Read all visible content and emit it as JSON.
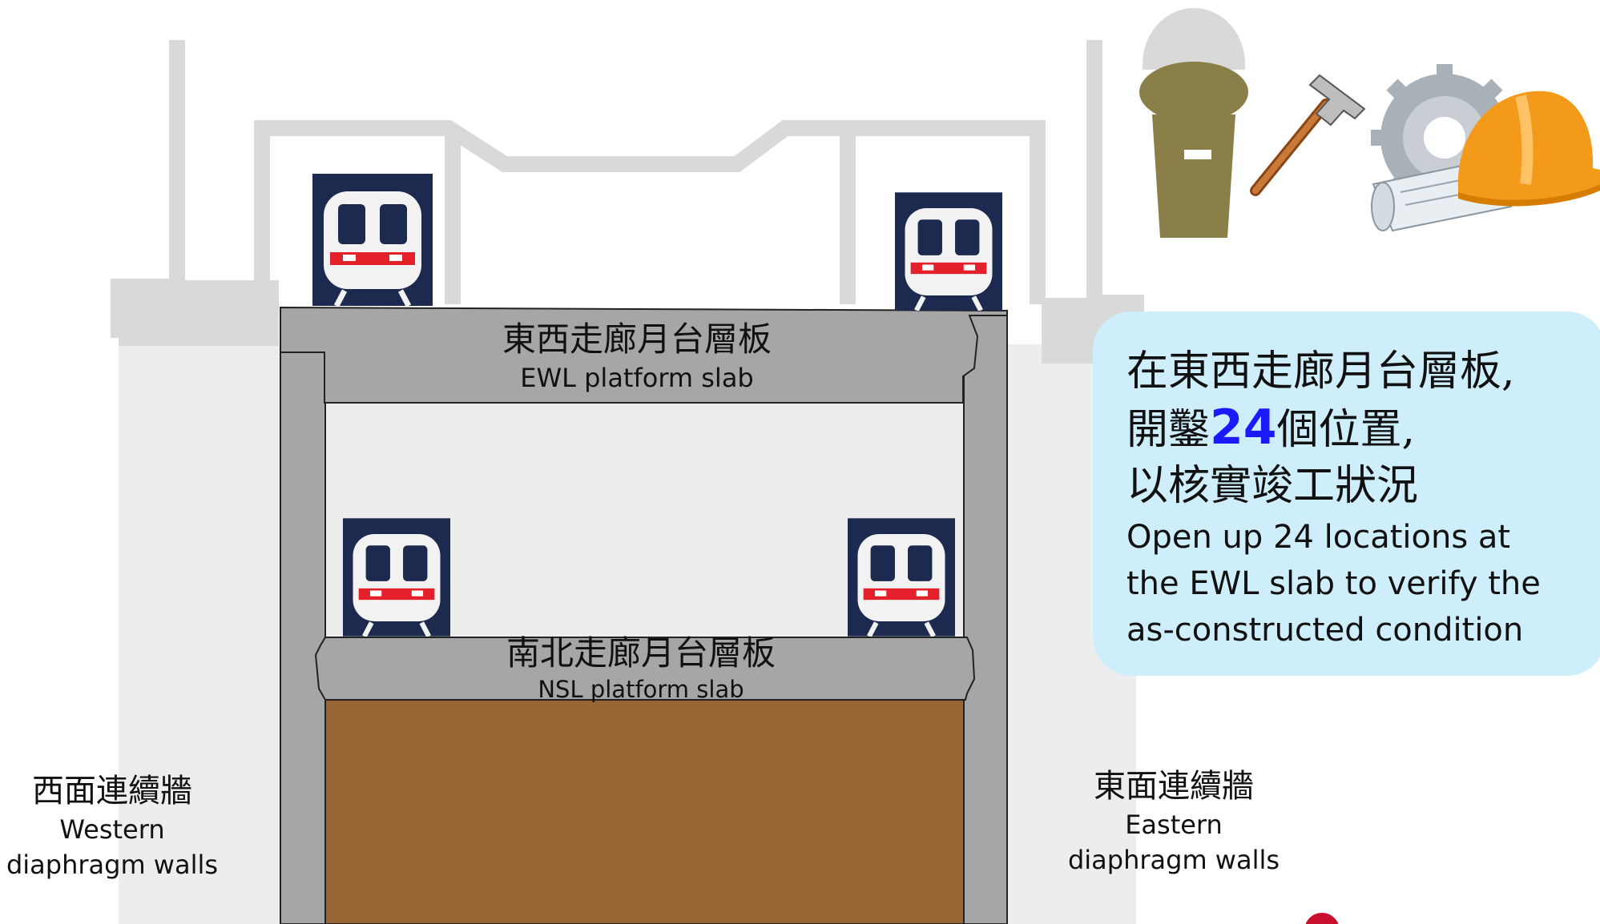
{
  "ewl_slab": {
    "zh": "東西走廊月台層板",
    "en": "EWL platform slab"
  },
  "nsl_slab": {
    "zh": "南北走廊月台層板",
    "en": "NSL platform slab"
  },
  "western_wall": {
    "zh": "西面連續牆",
    "en_line1": "Western",
    "en_line2": "diaphragm walls"
  },
  "eastern_wall": {
    "zh": "東面連續牆",
    "en_line1": "Eastern",
    "en_line2": "diaphragm walls"
  },
  "callout": {
    "zh_line1": "在東西走廊月台層板,",
    "zh_line2_pre": "開鑿",
    "zh_line2_num": "24",
    "zh_line2_post": "個位置,",
    "zh_line3": "以核實竣工狀況",
    "en_line1": "Open up 24 locations at",
    "en_line2": "the EWL slab to verify the",
    "en_line3": "as-constructed condition"
  },
  "icons": [
    "train-icon",
    "worker-icon",
    "hammer-icon",
    "gear-icon",
    "hard-hat-icon",
    "blueprint-icon"
  ],
  "colors": {
    "structure_grey": "#d9d9d9",
    "slab_grey": "#a6a6a6",
    "soil_brown": "#996633",
    "callout_bg": "#cfeefb",
    "train_badge": "#1b2a4e",
    "train_red": "#e4202a",
    "highlight_number": "#1a1aff",
    "worker_olive": "#8a7f48",
    "hard_hat_orange": "#f39a1a"
  }
}
